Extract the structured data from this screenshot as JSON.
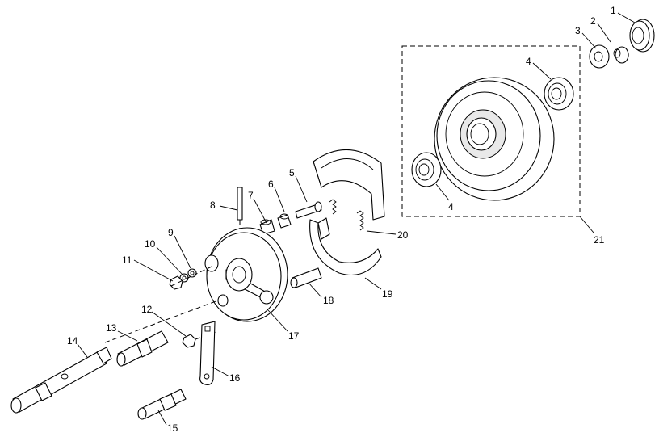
{
  "callouts": {
    "c1": "1",
    "c2": "2",
    "c3": "3",
    "c4a": "4",
    "c4b": "4",
    "c5": "5",
    "c6": "6",
    "c7": "7",
    "c8": "8",
    "c9": "9",
    "c10": "10",
    "c11": "11",
    "c12": "12",
    "c13": "13",
    "c14": "14",
    "c15": "15",
    "c16": "16",
    "c17": "17",
    "c18": "18",
    "c19": "19",
    "c20": "20",
    "c21": "21"
  },
  "colors": {
    "line": "#000000",
    "background": "#ffffff",
    "shade": "#e9e9e9"
  }
}
